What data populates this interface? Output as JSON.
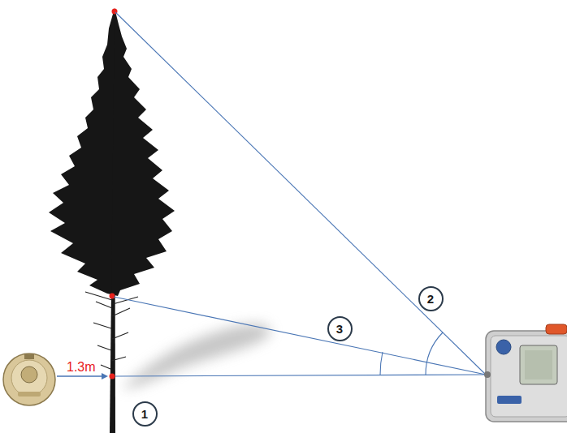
{
  "diagram": {
    "nodes": [
      {
        "text": [
          "2"
        ]
      },
      {
        "text": [
          "3"
        ]
      },
      {
        "text": [
          "1"
        ]
      }
    ],
    "labels": [
      "1.3m"
    ]
  }
}
